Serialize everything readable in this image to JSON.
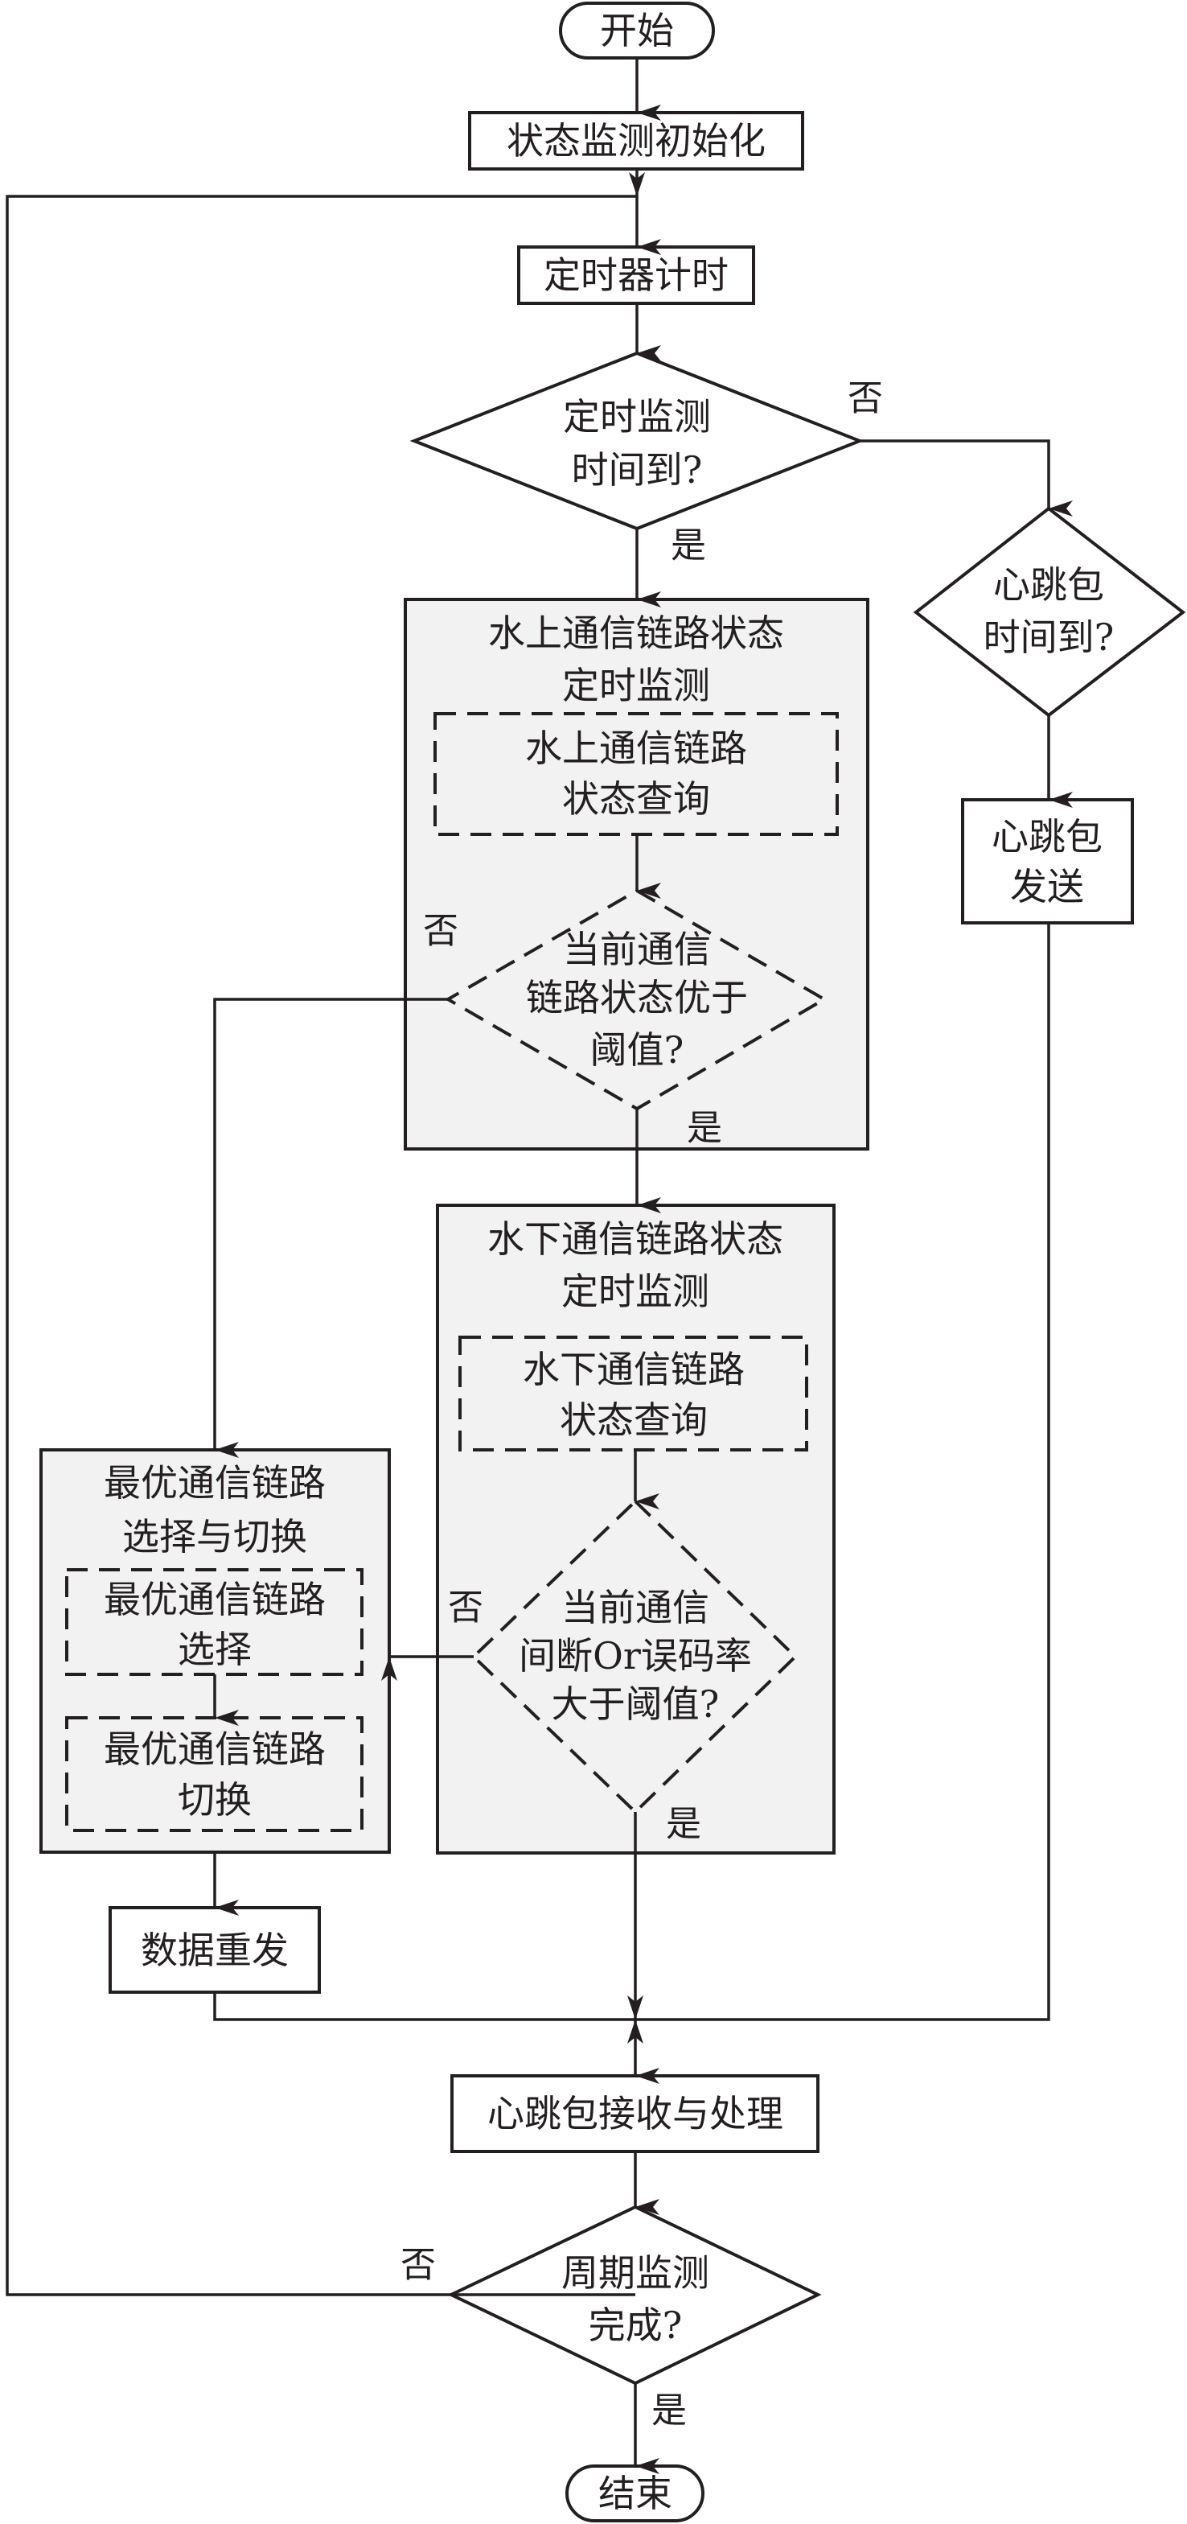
{
  "flowchart": {
    "start": "开始",
    "init": "状态监测初始化",
    "timer": "定时器计时",
    "decision_timed": [
      "定时监测",
      "时间到?"
    ],
    "decision_heartbeat_time": [
      "心跳包",
      "时间到?"
    ],
    "heartbeat_send": [
      "心跳包",
      "发送"
    ],
    "above_water_group": {
      "title": [
        "水上通信链路状态",
        "定时监测"
      ],
      "query": [
        "水上通信链路",
        "状态查询"
      ],
      "decision": [
        "当前通信",
        "链路状态优于",
        "阈值?"
      ]
    },
    "underwater_group": {
      "title": [
        "水下通信链路状态",
        "定时监测"
      ],
      "query": [
        "水下通信链路",
        "状态查询"
      ],
      "decision": [
        "当前通信",
        "间断Or误码率",
        "大于阈值?"
      ]
    },
    "optimal_group": {
      "title": [
        "最优通信链路",
        "选择与切换"
      ],
      "select": [
        "最优通信链路",
        "选择"
      ],
      "switch": [
        "最优通信链路",
        "切换"
      ]
    },
    "data_resend": "数据重发",
    "heartbeat_receive": "心跳包接收与处理",
    "decision_cycle": [
      "周期监测",
      "完成?"
    ],
    "end": "结束",
    "labels": {
      "yes": "是",
      "no": "否"
    }
  }
}
